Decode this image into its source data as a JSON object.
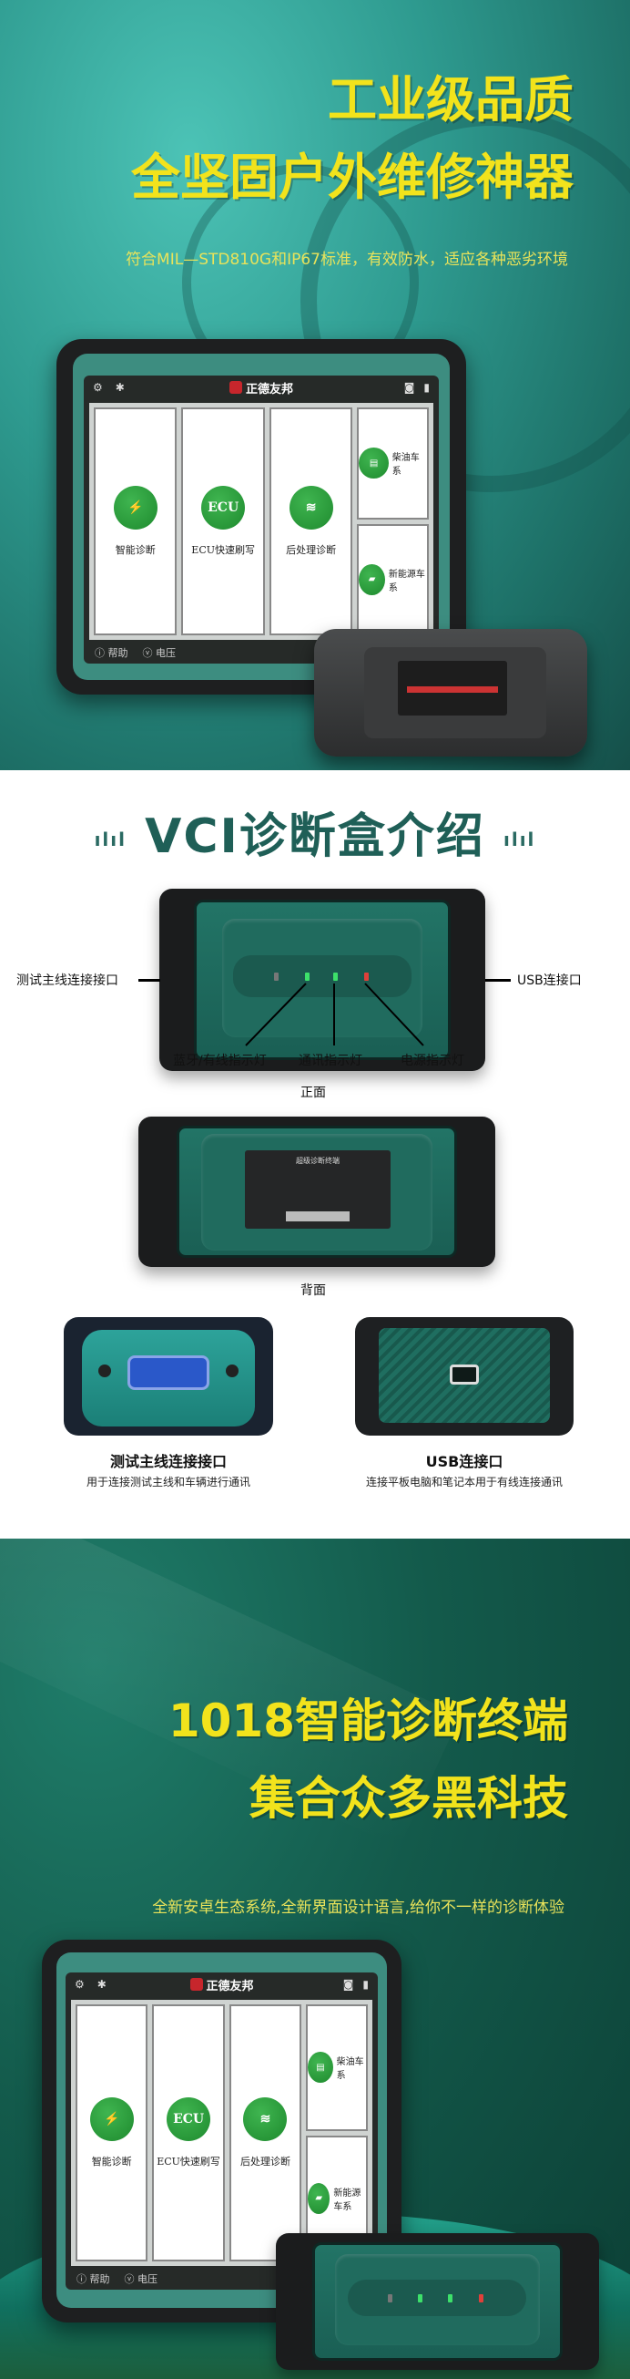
{
  "hero": {
    "title_line1": "工业级品质",
    "title_line2": "全坚固户外维修神器",
    "subtitle": "符合MIL—STD810G和IP67标准，有效防水，适应各种恶劣环境"
  },
  "tablet_ui": {
    "brand": "正德友邦",
    "tiles": [
      {
        "label": "智能诊断",
        "icon": "lightning-icon"
      },
      {
        "label": "ECU快速刷写",
        "icon": "ecu-chip-icon",
        "icon_text": "ECU"
      },
      {
        "label": "后处理诊断",
        "icon": "exhaust-icon"
      }
    ],
    "side_tiles": [
      {
        "label": "柴油车系",
        "icon": "truck-icon"
      },
      {
        "label": "新能源车系",
        "icon": "ev-car-icon"
      }
    ],
    "bottom": {
      "help": "帮助",
      "voltage": "电压"
    }
  },
  "vci": {
    "title": "VCI诊断盒介绍",
    "front": {
      "left_port": "测试主线连接接口",
      "right_port": "USB连接口",
      "indicators": [
        "蓝牙/有线指示灯",
        "通讯指示灯",
        "电源指示灯"
      ],
      "caption": "正面"
    },
    "back": {
      "label_title": "超级诊断终端",
      "caption": "背面"
    },
    "ports": [
      {
        "title": "测试主线连接接口",
        "desc": "用于连接测试主线和车辆进行通讯"
      },
      {
        "title": "USB连接口",
        "desc": "连接平板电脑和笔记本用于有线连接通讯"
      }
    ]
  },
  "terminal": {
    "title_line1": "1018智能诊断终端",
    "title_line2": "集合众多黑科技",
    "subtitle": "全新安卓生态系统,全新界面设计语言,给你不一样的诊断体验"
  },
  "colors": {
    "accent_yellow": "#f2e31c",
    "teal_dark": "#1f5f57",
    "led_green": "#3de06a",
    "led_red": "#e0403a"
  }
}
